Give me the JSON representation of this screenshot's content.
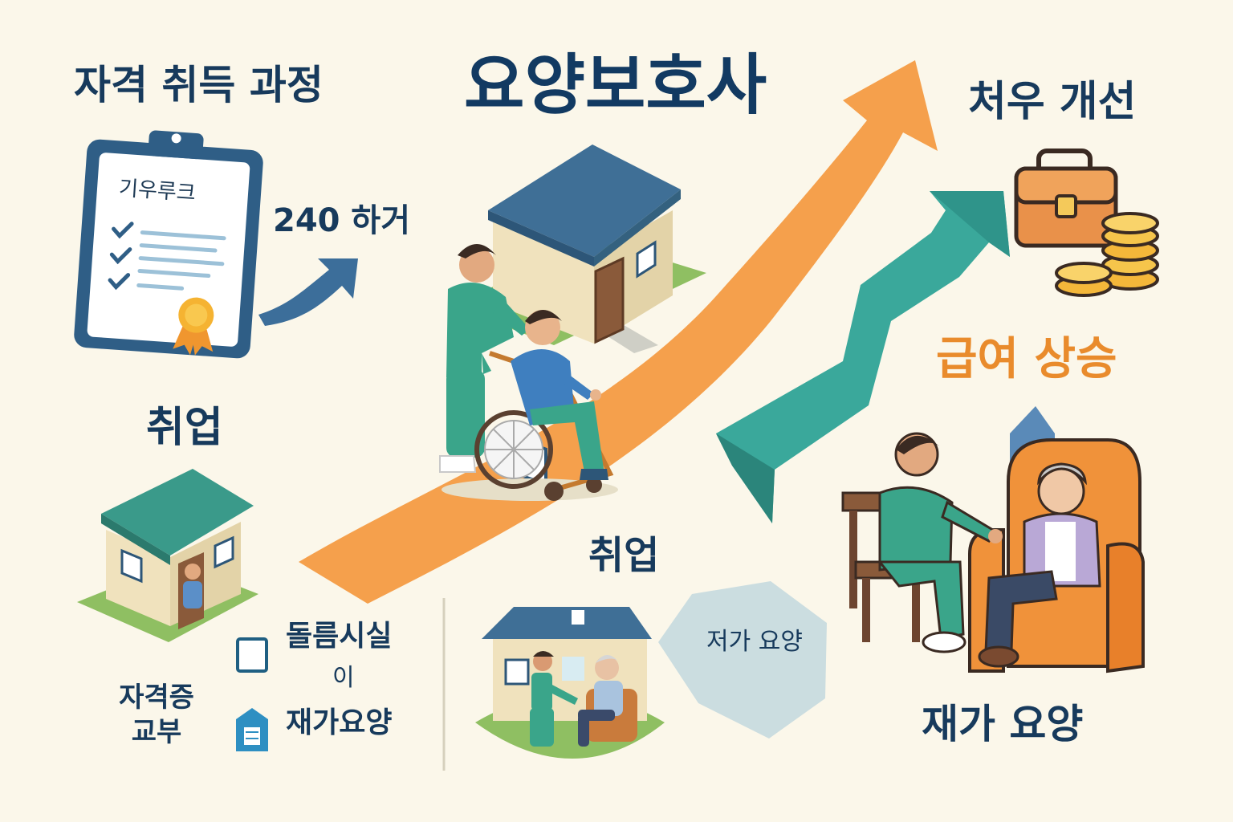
{
  "title": "요양보호사",
  "certification": {
    "heading": "자격 취득 과정",
    "clipboard_label": "기우루크",
    "hours_label": "240 하거"
  },
  "employment": {
    "heading_left": "취업",
    "heading_center": "취업",
    "certificate_issue": "자격증 교부",
    "care_facility": "돌름시실",
    "or_label": "이",
    "home_care": "재가요양",
    "hexagon_label": "저가 요양"
  },
  "benefits": {
    "treatment_heading": "처우 개선",
    "salary_heading": "급여 상승"
  },
  "home_care_heading": "재가 요양",
  "colors": {
    "background": "#fbf7ea",
    "navy": "#173a5c",
    "orange_arrow": "#f5a04c",
    "teal_arrow": "#3aa89b",
    "scrub_green": "#3aa58a",
    "roof_blue": "#3c6e91",
    "roof_teal": "#3a9a8a"
  }
}
